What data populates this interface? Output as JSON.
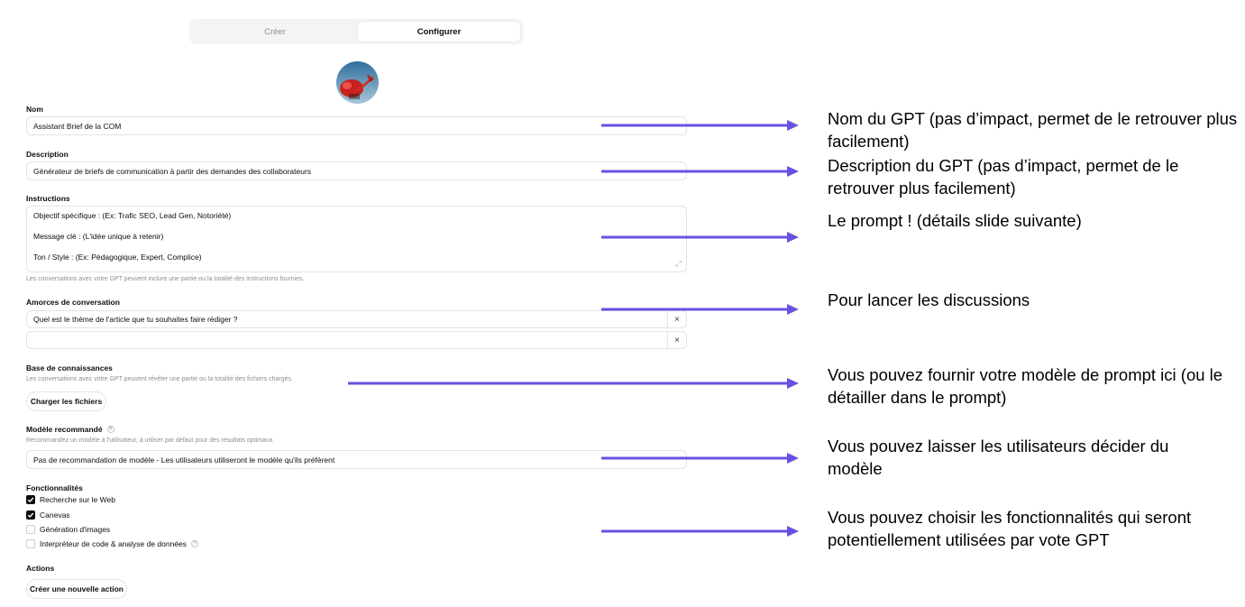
{
  "tabs": {
    "create": "Créer",
    "configure": "Configurer"
  },
  "fields": {
    "name_label": "Nom",
    "name_value": "Assistant Brief de la COM",
    "description_label": "Description",
    "description_value": "Générateur de briefs de communication à partir des demandes des collaborateurs",
    "instructions_label": "Instructions",
    "instructions_lines": [
      "Objectif spécifique : (Ex: Trafic SEO, Lead Gen, Notoriété)",
      "Message clé : (L'idée unique à retenir)",
      "Ton / Style : (Ex: Pédagogique, Expert, Complice)"
    ],
    "instructions_hint": "Les conversations avec votre GPT peuvent inclure une partie ou la totalité des instructions fournies.",
    "starters_label": "Amorces de conversation",
    "starters": [
      "Quel est le thème de l'article que tu souhaites faire rédiger ?",
      ""
    ],
    "knowledge_label": "Base de connaissances",
    "knowledge_hint": "Les conversations avec votre GPT peuvent révéler une partie ou la totalité des fichiers chargés.",
    "upload_button": "Charger les fichiers",
    "model_label": "Modèle recommandé",
    "model_hint": "Recommandez un modèle à l'utilisateur, à utiliser par défaut pour des résultats optimaux.",
    "model_value": "Pas de recommandation de modèle - Les utilisateurs utiliseront le modèle qu'ils préfèrent",
    "capabilities_label": "Fonctionnalités",
    "capabilities": [
      {
        "label": "Recherche sur le Web",
        "checked": true
      },
      {
        "label": "Canevas",
        "checked": true
      },
      {
        "label": "Génération d'images",
        "checked": false
      },
      {
        "label": "Interpréteur de code & analyse de données",
        "checked": false
      }
    ],
    "actions_label": "Actions",
    "new_action_button": "Créer une nouvelle action"
  },
  "annotations": {
    "arrow_color": "#6b4fe0",
    "name_note": "Nom du GPT (pas d’impact, permet de le retrouver plus facilement)",
    "description_note": "Description du GPT (pas d’impact, permet de le retrouver plus facilement)",
    "instructions_note": "Le prompt ! (détails slide suivante)",
    "starters_note": "Pour lancer les discussions",
    "knowledge_note": "Vous pouvez fournir votre modèle de prompt ici (ou le détailler dans le prompt)",
    "model_note": "Vous pouvez laisser les utilisateurs décider du modèle",
    "capabilities_note": "Vous pouvez choisir les fonctionnalités qui seront potentiellement utilisées par vote GPT"
  },
  "icons": {
    "remove": "×",
    "expand": "⤢",
    "help": "?"
  }
}
